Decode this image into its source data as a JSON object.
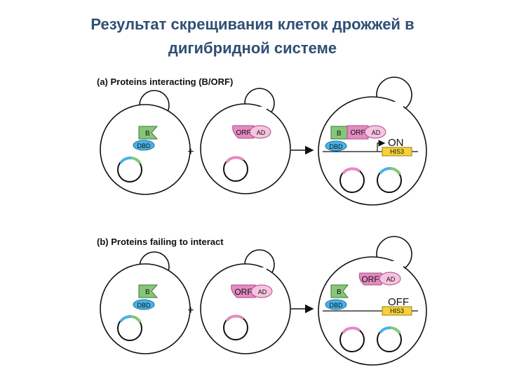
{
  "title": {
    "line1": "Результат скрещивания клеток дрожжей в",
    "line2": "дигибридной системе"
  },
  "panel_a": {
    "label": "(a)  Proteins interacting (B/ORF)",
    "status": "ON",
    "operator": "+"
  },
  "panel_b": {
    "label": "(b)  Proteins failing to interact",
    "status": "OFF",
    "operator": "+"
  },
  "labels": {
    "bait": "B",
    "dbd": "DBD",
    "orf": "ORF",
    "ad": "AD",
    "reporter": "HIS3"
  },
  "colors": {
    "title": "#2f4f75",
    "bait_green": "#86c67a",
    "dbd_blue": "#49b3e6",
    "prey_pink": "#e58ac3",
    "reporter_yellow": "#f5d23a"
  }
}
